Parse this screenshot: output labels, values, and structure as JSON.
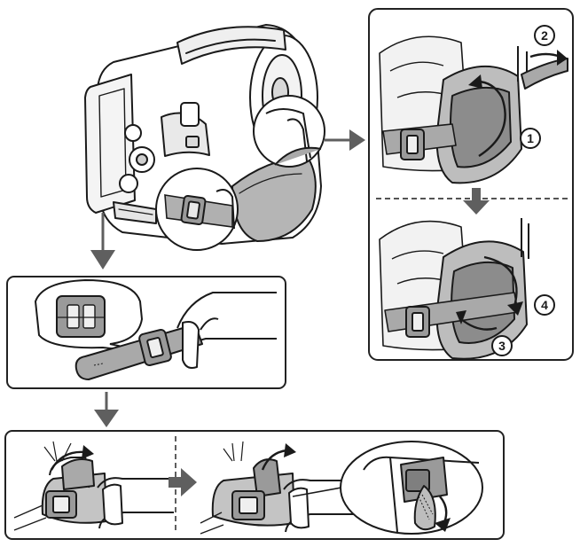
{
  "steps": {
    "one": "1",
    "two": "2",
    "three": "3",
    "four": "4"
  },
  "colors": {
    "line": "#1a1a1a",
    "strap": "#a9a9a9",
    "strap_dark": "#7f7f7f",
    "arrow": "#5f5f5f",
    "panel_stroke": "#222222",
    "paper": "#ffffff"
  }
}
